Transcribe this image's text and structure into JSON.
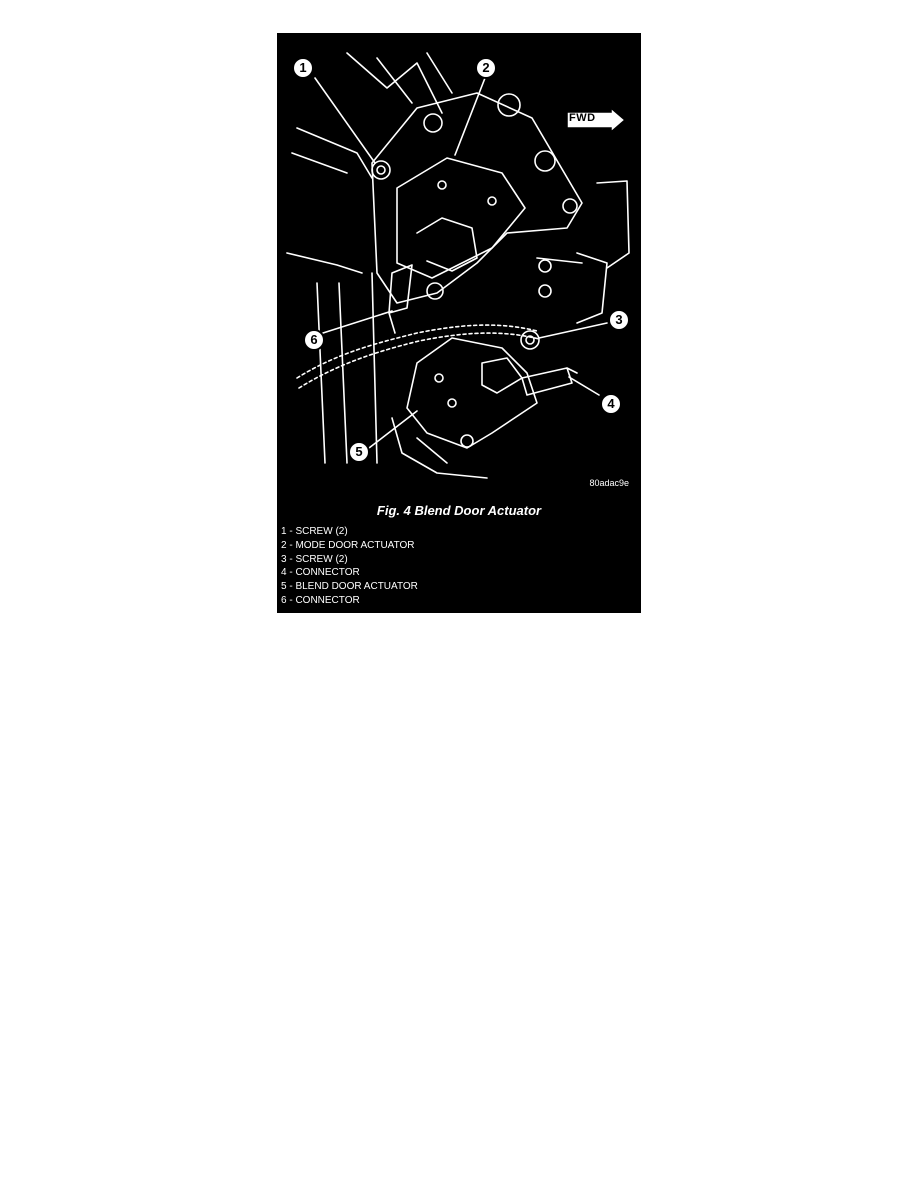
{
  "figure": {
    "direction_label": "FWD",
    "image_code": "80adac9e",
    "caption": "Fig. 4 Blend Door Actuator",
    "callouts": [
      "1",
      "2",
      "3",
      "4",
      "5",
      "6"
    ],
    "legend": [
      "1 - SCREW (2)",
      "2 - MODE DOOR ACTUATOR",
      "3 - SCREW (2)",
      "4 - CONNECTOR",
      "5 - BLEND DOOR ACTUATOR",
      "6 - CONNECTOR"
    ],
    "colors": {
      "background": "#000000",
      "line": "#ffffff",
      "page": "#ffffff"
    }
  }
}
